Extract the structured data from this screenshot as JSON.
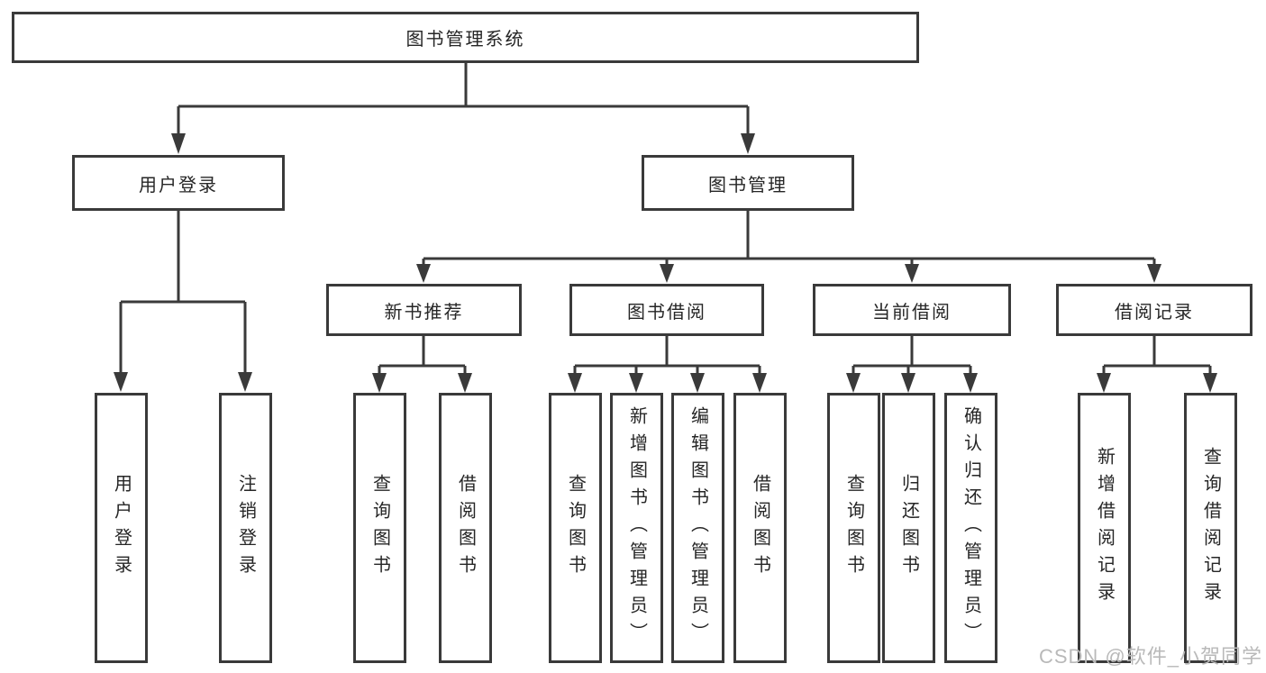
{
  "diagram_title": "图书管理系统",
  "nodes": {
    "root": {
      "label": "图书管理系统"
    },
    "level2": [
      {
        "label": "用户登录"
      },
      {
        "label": "图书管理"
      }
    ],
    "level3": [
      {
        "label": "新书推荐"
      },
      {
        "label": "图书借阅"
      },
      {
        "label": "当前借阅"
      },
      {
        "label": "借阅记录"
      }
    ],
    "leaves": [
      {
        "label": "用户登录"
      },
      {
        "label": "注销登录"
      },
      {
        "label": "查询图书"
      },
      {
        "label": "借阅图书"
      },
      {
        "label": "查询图书"
      },
      {
        "label": "新增图书（管理员）"
      },
      {
        "label": "编辑图书（管理员）"
      },
      {
        "label": "借阅图书"
      },
      {
        "label": "查询图书"
      },
      {
        "label": "归还图书"
      },
      {
        "label": "确认归还（管理员）"
      },
      {
        "label": "新增借阅记录"
      },
      {
        "label": "查询借阅记录"
      }
    ]
  },
  "hierarchy": {
    "图书管理系统": [
      "用户登录",
      "图书管理"
    ],
    "用户登录": [
      "用户登录",
      "注销登录"
    ],
    "图书管理": [
      "新书推荐",
      "图书借阅",
      "当前借阅",
      "借阅记录"
    ],
    "新书推荐": [
      "查询图书",
      "借阅图书"
    ],
    "图书借阅": [
      "查询图书",
      "新增图书（管理员）",
      "编辑图书（管理员）",
      "借阅图书"
    ],
    "当前借阅": [
      "查询图书",
      "归还图书",
      "确认归还（管理员）"
    ],
    "借阅记录": [
      "新增借阅记录",
      "查询借阅记录"
    ]
  },
  "watermark": {
    "text": "CSDN @软件_小贺同学"
  },
  "colors": {
    "line": "#3a3a3a",
    "box_border": "#3a3a3a",
    "text": "#262626",
    "watermark": "#b9b9b9",
    "background": "#ffffff"
  }
}
